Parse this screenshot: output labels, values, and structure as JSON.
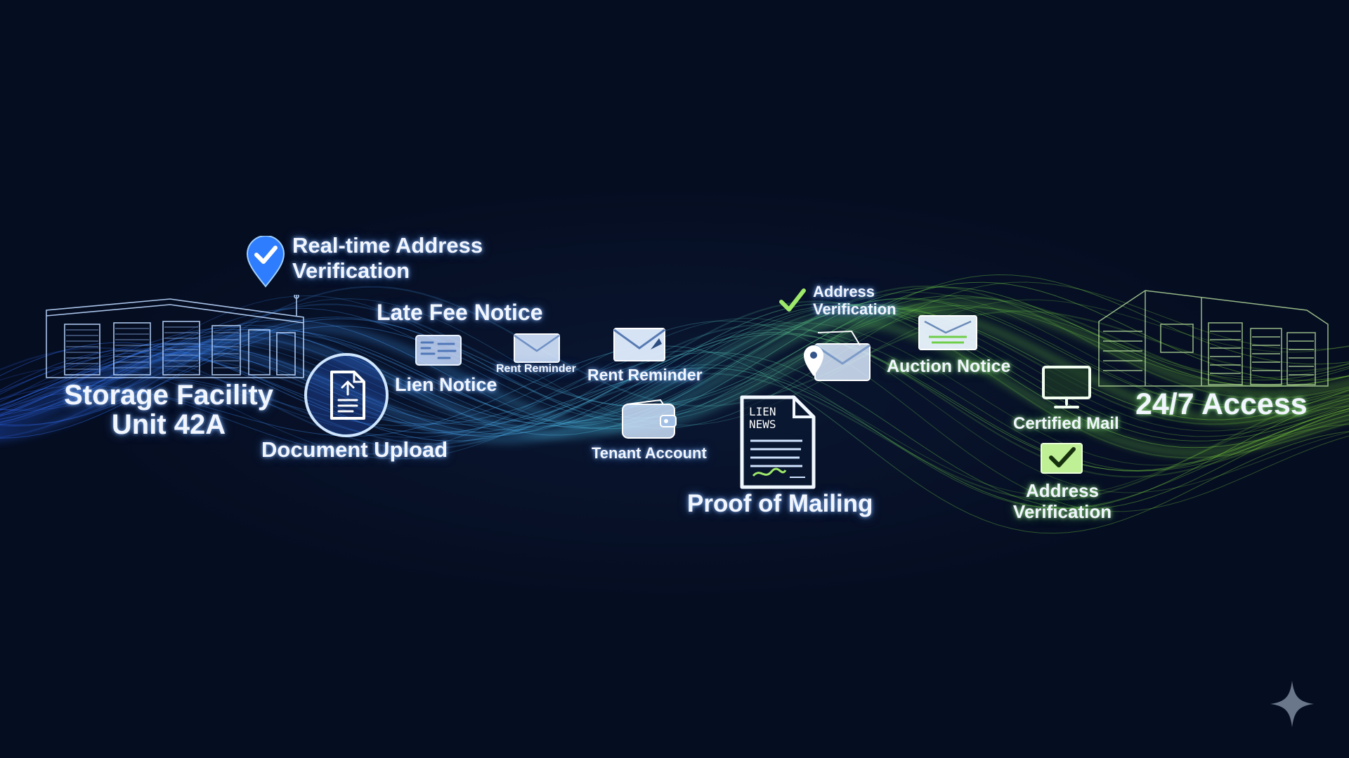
{
  "colors": {
    "background": "#050d21",
    "wave_blue": "#3d8bff",
    "wave_cyan": "#5fd0ff",
    "wave_green": "#7fe03a",
    "text": "#f2f6ff",
    "check_green": "#9ee86a"
  },
  "labels": {
    "realtime_verification": [
      "Real-time Address",
      "Verification"
    ],
    "late_fee_notice": "Late Fee Notice",
    "storage_facility": [
      "Storage Facility",
      "Unit 42A"
    ],
    "lien_notice": "Lien Notice",
    "rent_reminder_small": "Rent Reminder",
    "rent_reminder": "Rent Reminder",
    "document_upload": "Document Upload",
    "tenant_account": "Tenant Account",
    "proof_of_mailing": "Proof of Mailing",
    "address_verification_top": [
      "Address",
      "Verification"
    ],
    "auction_notice": "Auction Notice",
    "certified_mail": "Certified Mail",
    "access": "24/7 Access",
    "address_verification_bottom": [
      "Address",
      "Verification"
    ]
  },
  "document_card_text": [
    "LIEN",
    "NEWS"
  ],
  "icons": [
    "location-check-pin-icon",
    "warehouse-left-icon",
    "document-upload-icon",
    "late-fee-card-icon",
    "envelope-small-icon",
    "envelope-icon",
    "wallet-icon",
    "lien-document-icon",
    "check-icon",
    "mail-location-icon",
    "auction-notice-icon",
    "monitor-icon",
    "checkbox-icon",
    "warehouse-right-icon",
    "sparkle-icon"
  ]
}
